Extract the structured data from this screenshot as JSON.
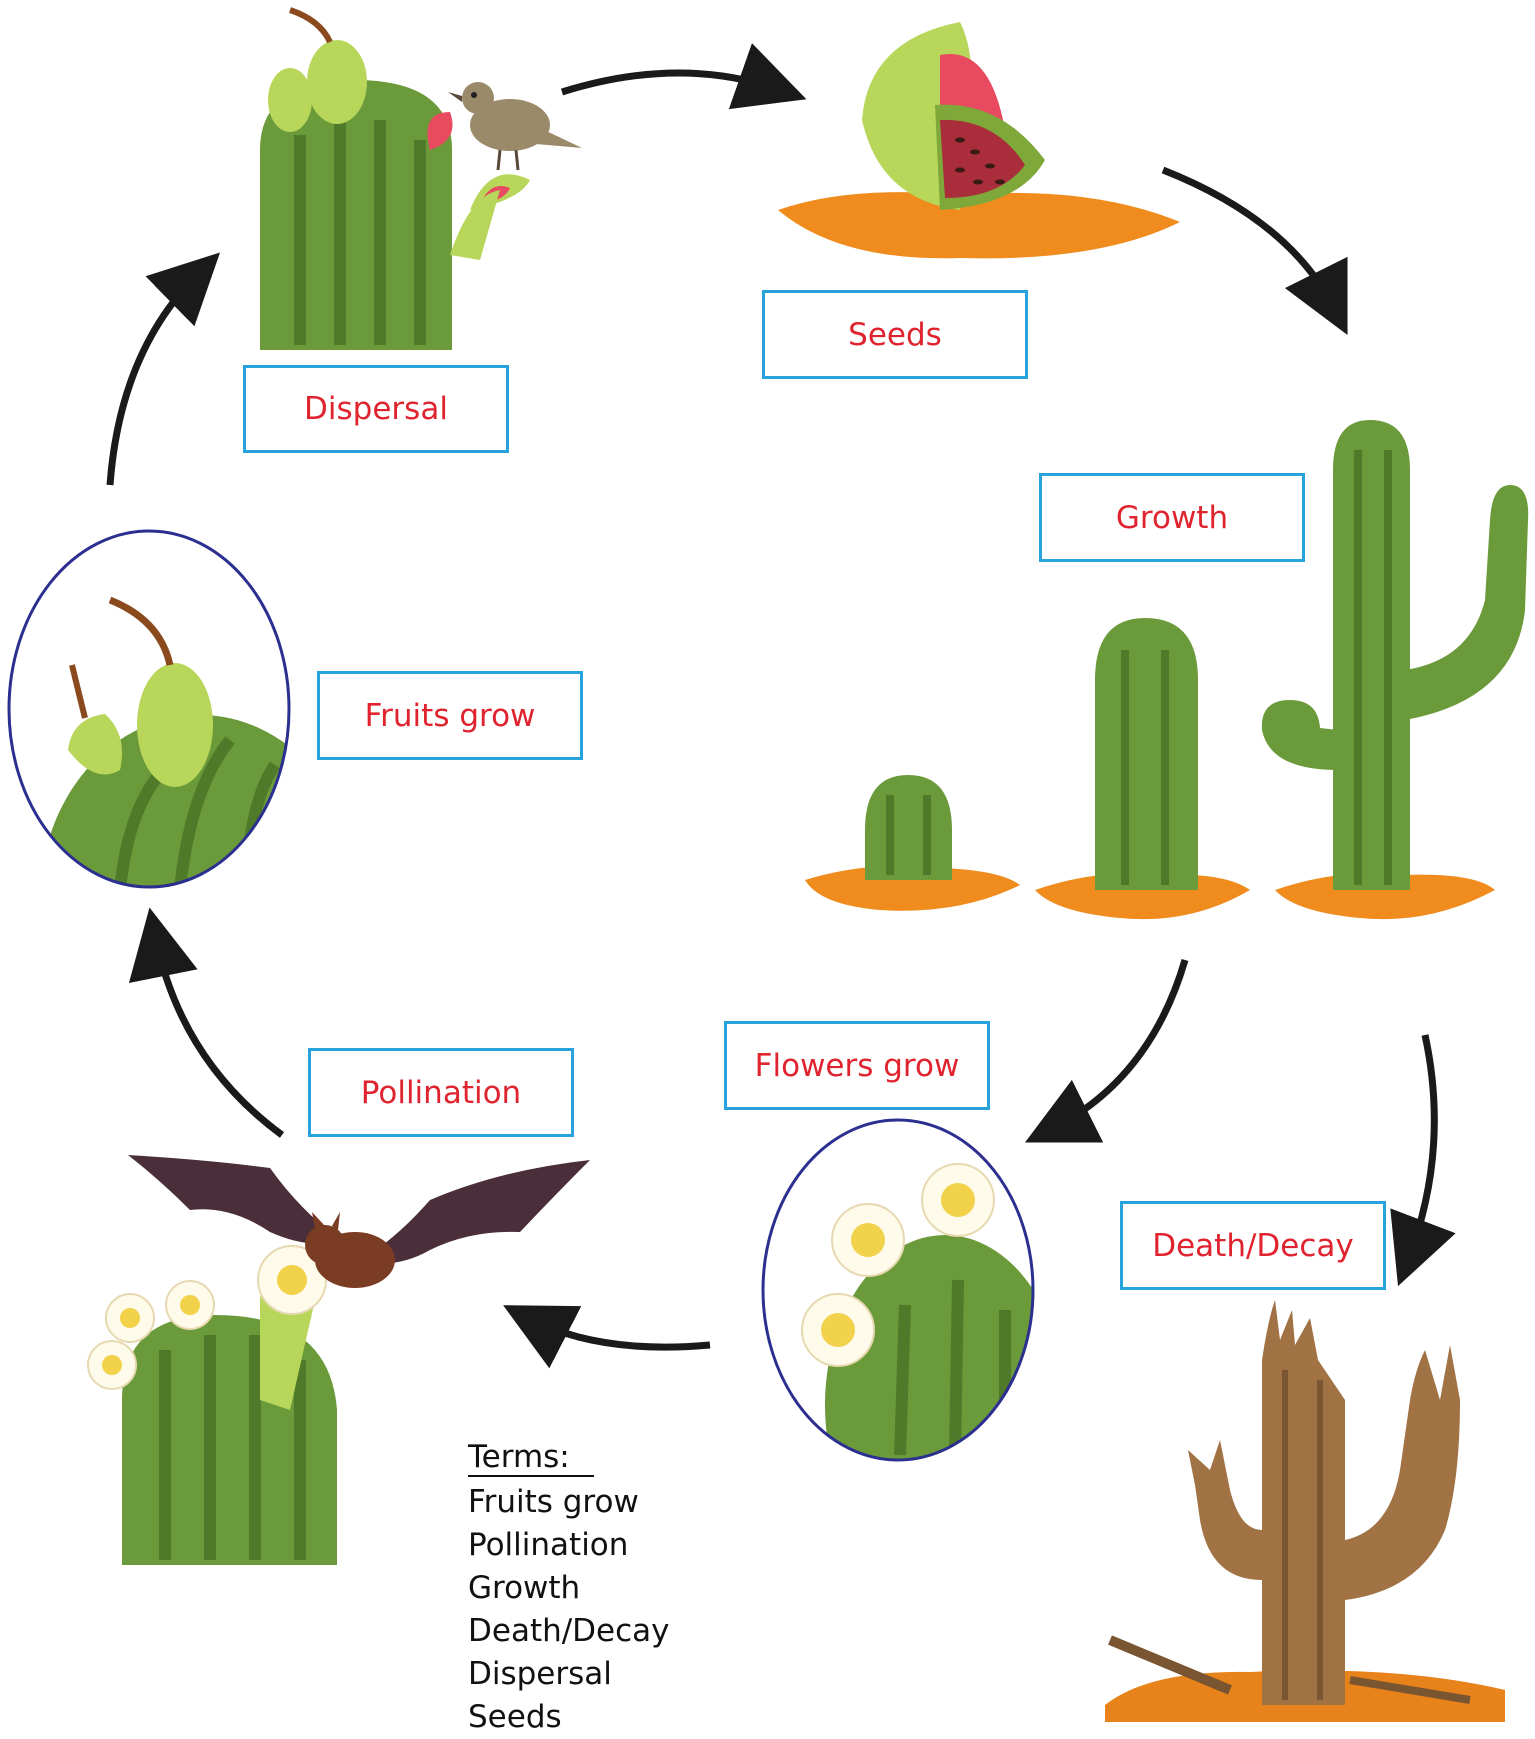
{
  "labels": {
    "seeds": "Seeds",
    "dispersal": "Dispersal",
    "growth": "Growth",
    "fruits_grow": "Fruits grow",
    "flowers_grow": "Flowers grow",
    "pollination": "Pollination",
    "death_decay": "Death/Decay"
  },
  "terms": {
    "title": "Terms:",
    "items": [
      "Fruits grow",
      "Pollination",
      "Growth",
      "Death/Decay",
      "Dispersal",
      "Seeds"
    ]
  },
  "colors": {
    "label_border": "#29a3dd",
    "label_text": "#e0242f",
    "cactus_green": "#6b9a3a",
    "cactus_dark": "#4f7a2a",
    "fruit_green": "#b8d65a",
    "soil_orange": "#f08c1e",
    "arrow": "#1a1a1a",
    "circle_outline": "#2b2f8f",
    "dead_wood": "#a07244"
  }
}
